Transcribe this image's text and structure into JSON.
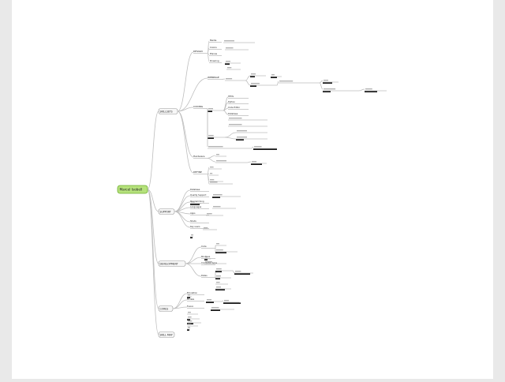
{
  "diagram": {
    "root": {
      "label": "Marcel Isobell",
      "color": "#b6e27c"
    },
    "branches": [
      {
        "label": "SKILLSETS",
        "children": [
          {
            "label": "DESIGN",
            "children": [
              "Media",
              "Colors",
              "Planes",
              "Drawing"
            ]
          },
          {
            "label": "WEBPAGE"
          },
          {
            "label": "CODING",
            "children": [
              "HTML",
              "Python",
              "Code Editor",
              "Database"
            ]
          },
          {
            "label": "Hardware"
          },
          {
            "label": "DEFINE"
          }
        ]
      },
      {
        "label": "SUPPORT",
        "children": [
          "Database",
          "Quality Support",
          "Programming",
          "Languages",
          "Apps",
          "Shells",
          "Key users"
        ]
      },
      {
        "label": "DEVELOPMENT",
        "children": [
          "Code",
          "Routines",
          "Computer Apps",
          "Dates"
        ]
      },
      {
        "label": "CORES",
        "children": [
          "Emulation",
          "Models",
          "Fusion"
        ]
      },
      {
        "label": "SKILL MAP"
      }
    ]
  }
}
